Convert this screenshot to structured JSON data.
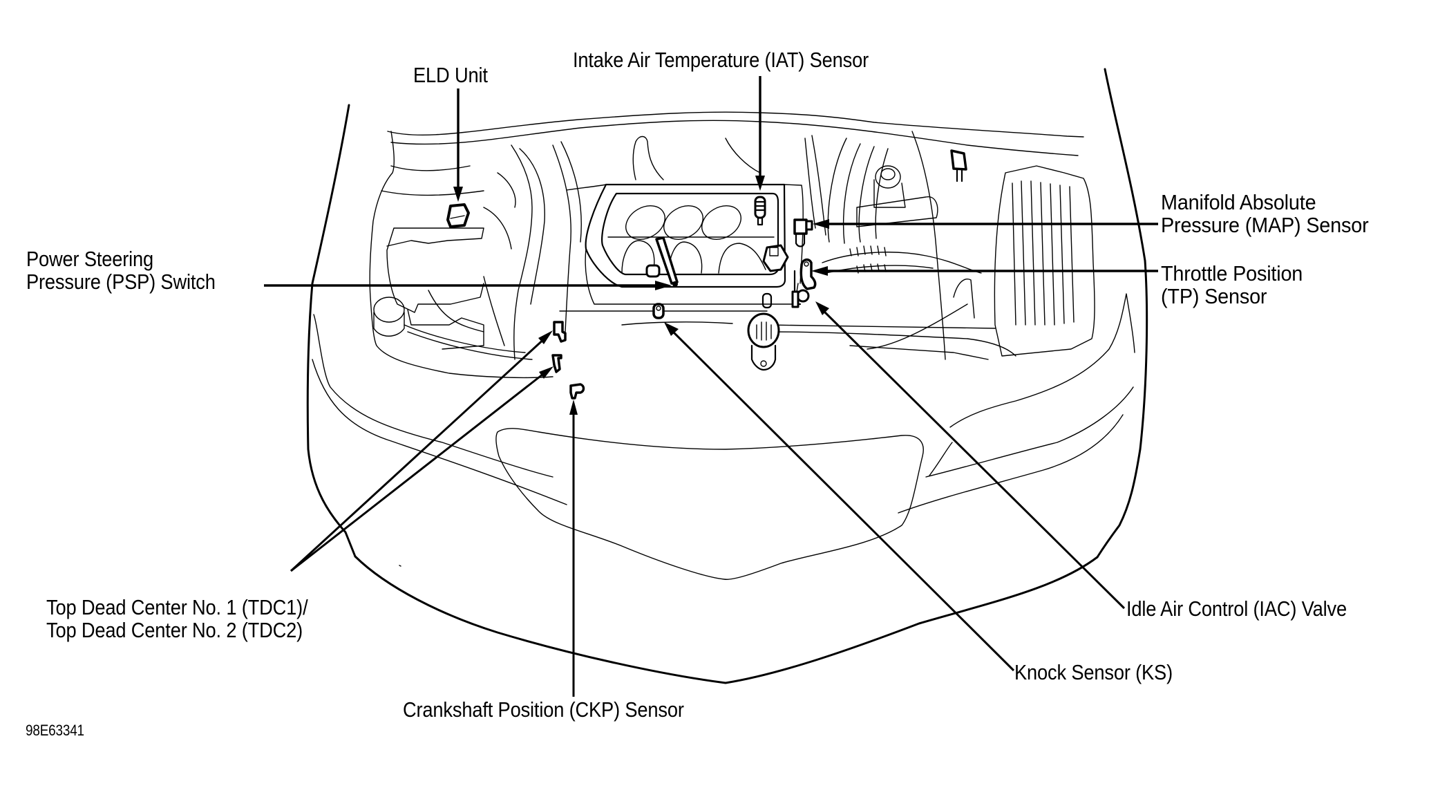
{
  "figure": {
    "title": "Engine Compartment Sensor Locations",
    "figure_id": "98E63341"
  },
  "labels": {
    "eld": {
      "lines": [
        "ELD Unit"
      ]
    },
    "iat": {
      "lines": [
        "Intake Air Temperature (IAT) Sensor"
      ]
    },
    "map": {
      "lines": [
        "Manifold Absolute",
        "Pressure (MAP) Sensor"
      ]
    },
    "psp": {
      "lines": [
        "Power Steering",
        "Pressure (PSP) Switch"
      ]
    },
    "tp": {
      "lines": [
        "Throttle Position",
        "(TP) Sensor"
      ]
    },
    "tdc": {
      "lines": [
        "Top Dead Center No. 1 (TDC1)/",
        "Top Dead Center No. 2 (TDC2)"
      ]
    },
    "iac": {
      "lines": [
        "Idle Air Control (IAC) Valve"
      ]
    },
    "ks": {
      "lines": [
        "Knock Sensor (KS)"
      ]
    },
    "ckp": {
      "lines": [
        "Crankshaft Position (CKP) Sensor"
      ]
    }
  },
  "colors": {
    "line": "#000000",
    "background": "#ffffff"
  }
}
